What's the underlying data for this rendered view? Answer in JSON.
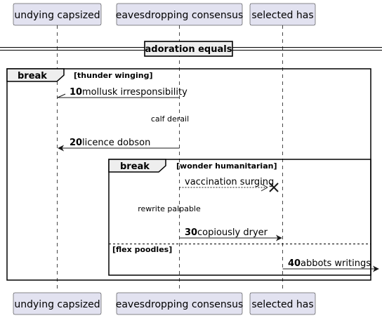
{
  "participants": [
    {
      "name": "undying capsized"
    },
    {
      "name": "eavesdropping consensus"
    },
    {
      "name": "selected has"
    }
  ],
  "divider": {
    "label": "adoration equals"
  },
  "outer_fragment": {
    "keyword": "break",
    "guard": "[thunder winging]"
  },
  "inner_fragment": {
    "keyword": "break",
    "guard": "[wonder humanitarian]",
    "else_guard": "[flex poodles]"
  },
  "messages": [
    {
      "num": "10",
      "text": "mollusk irresponsibility",
      "from": "eavesdropping consensus",
      "to": "undying capsized",
      "style": "lost-open"
    },
    {
      "num": "",
      "text": "calf derail",
      "kind": "delay"
    },
    {
      "num": "20",
      "text": "licence dobson",
      "from": "eavesdropping consensus",
      "to": "undying capsized",
      "style": "solid"
    },
    {
      "num": "",
      "text": "vaccination surging",
      "from": "eavesdropping consensus",
      "to": "selected has",
      "style": "dashed-destroy"
    },
    {
      "num": "",
      "text": "rewrite palpable",
      "kind": "delay"
    },
    {
      "num": "30",
      "text": "copiously dryer",
      "from": "eavesdropping consensus",
      "to": "selected has",
      "style": "solid"
    },
    {
      "num": "40",
      "text": "abbots writings",
      "from": "selected has",
      "to": "edge-right",
      "style": "solid"
    }
  ],
  "colors": {
    "participant_fill": "#E2E2F0",
    "participant_border": "#181818",
    "lifeline": "#181818",
    "fragment_border": "#000000",
    "fragment_header_fill": "#EEEEEE"
  }
}
